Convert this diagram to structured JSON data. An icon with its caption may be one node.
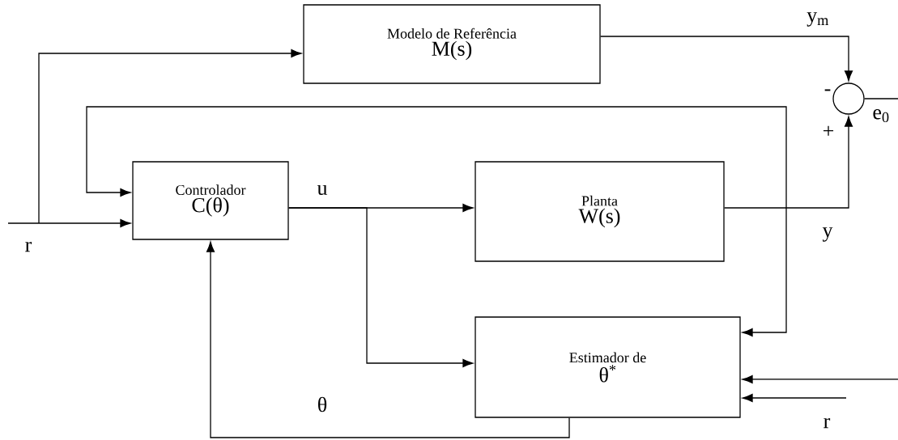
{
  "diagram": {
    "nodes": [
      {
        "text": [
          "Modelo de Referência",
          "M(s)"
        ]
      },
      {
        "text": [],
        "shape": "circle",
        "beside": [
          "-",
          "+"
        ]
      },
      {
        "text": [
          "Controlador",
          "C(θ)"
        ]
      },
      {
        "text": [
          "Planta",
          "W(s)"
        ]
      },
      {
        "text": [
          "Estimador de",
          "θ$^{*}$"
        ]
      }
    ],
    "edges": [
      {
        "from": null,
        "to": 2,
        "arrow": "to",
        "label": "r"
      },
      {
        "from": null,
        "to": 0,
        "arrow": "to"
      },
      {
        "from": 2,
        "to": 4,
        "arrow": "both"
      },
      {
        "from": 2,
        "to": 3,
        "arrow": "to",
        "label": "u"
      },
      {
        "from": 2,
        "to": 4,
        "arrow": "to"
      },
      {
        "from": 3,
        "to": 1,
        "arrow": "to",
        "label": "y"
      },
      {
        "from": 0,
        "to": 1,
        "arrow": "to",
        "label": "y$_{m}$"
      },
      {
        "from": 1,
        "to": null,
        "arrow": "none",
        "label": "e$_{0}$"
      },
      {
        "from": null,
        "to": 4,
        "arrow": "to"
      },
      {
        "from": null,
        "to": 4,
        "arrow": "to",
        "label": "r"
      },
      {
        "from": 4,
        "to": 2,
        "arrow": "to",
        "label": "θ"
      }
    ]
  }
}
